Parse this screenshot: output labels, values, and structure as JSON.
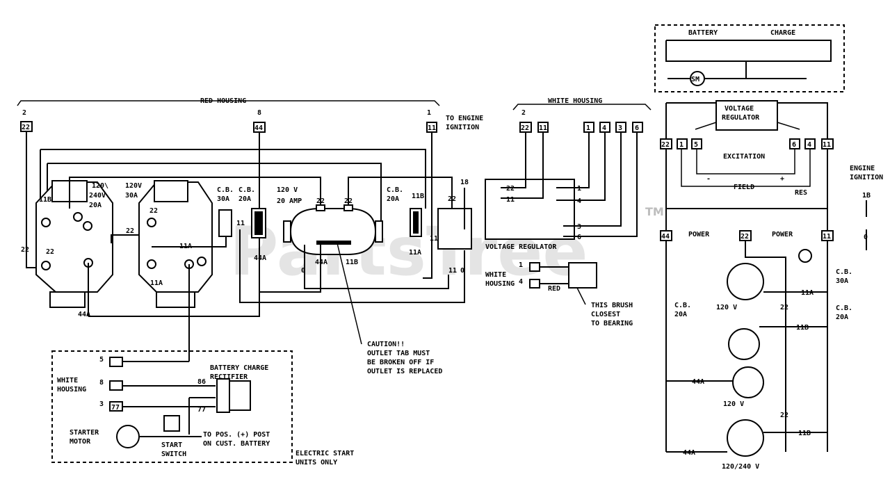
{
  "watermark": {
    "text": "PartsTree",
    "tm": "TM"
  },
  "red_housing": {
    "title": "RED HOUSING",
    "to_engine_ignition": [
      "TO ENGINE",
      "IGNITION"
    ],
    "outlet1": [
      "120\\",
      "240V",
      "20A"
    ],
    "outlet2": [
      "120V",
      "30A"
    ],
    "cb30": [
      "C.B.",
      "30A"
    ],
    "cb20a": [
      "C.B.",
      "20A"
    ],
    "amp20": [
      "120 V",
      "20 AMP"
    ],
    "cb20b": [
      "C.B.",
      "20A"
    ],
    "caution": [
      "CAUTION!!",
      "OUTLET TAB MUST",
      "BE BROKEN OFF IF",
      "OUTLET IS REPLACED"
    ]
  },
  "white_housing": {
    "title": "WHITE HOUSING",
    "regulator": "VOLTAGE REGULATOR",
    "brush_housing": [
      "WHITE",
      "HOUSING"
    ],
    "red": "RED",
    "brush_note": [
      "THIS BRUSH",
      "CLOSEST",
      "TO BEARING"
    ]
  },
  "electric_start": {
    "white_housing": [
      "WHITE",
      "HOUSING"
    ],
    "rectifier": [
      "BATTERY CHARGE",
      "RECTIFIER"
    ],
    "starter": [
      "STARTER",
      "MOTOR"
    ],
    "switch": [
      "START",
      "SWITCH"
    ],
    "battery_note": [
      "TO POS. (+) POST",
      "ON CUST. BATTERY"
    ],
    "units": [
      "ELECTRIC START",
      "UNITS ONLY"
    ]
  },
  "schematic": {
    "battery": "BATTERY",
    "charge": "CHARGE",
    "sm": "SM",
    "regulator": [
      "VOLTAGE",
      "REGULATOR"
    ],
    "excitation": "EXCITATION",
    "field": "FIELD",
    "res": "RES",
    "power1": "POWER",
    "power2": "POWER",
    "engine_ignition": [
      "ENGINE",
      "IGNITION"
    ],
    "cb30": [
      "C.B.",
      "30A"
    ],
    "cb20a": [
      "C.B.",
      "20A"
    ],
    "cb20b": [
      "C.B.",
      "20A"
    ],
    "v120a": "120 V",
    "v120b": "120 V",
    "v120240": "120/240 V",
    "minus": "-",
    "plus": "+",
    "o": "0"
  },
  "wire_labels": {
    "w22": "22",
    "w44": "44",
    "w11": "11",
    "w11a": "11A",
    "w11b": "11B",
    "w44a": "44A",
    "w0": "0",
    "w18": "18",
    "w1": "1",
    "w4": "4",
    "w3": "3",
    "w6": "6",
    "w5": "5",
    "w86": "86",
    "w77": "77",
    "w2": "2",
    "w8": "8",
    "w1b": "1B"
  }
}
